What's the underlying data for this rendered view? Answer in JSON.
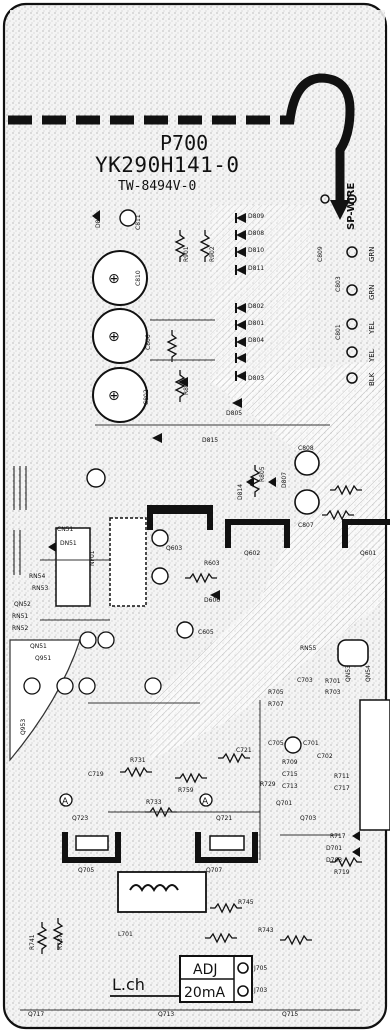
{
  "board": {
    "title": "P700",
    "model": "YK290H141-0",
    "subtitle": "TW-8494V-0"
  },
  "callout": {
    "arrow_label": "SP-WIRE",
    "box_label": "ADJ",
    "box_value": "20mA",
    "channel": "L.ch"
  },
  "wires": [
    {
      "code": "GRN"
    },
    {
      "code": "GRN"
    },
    {
      "code": "YEL"
    },
    {
      "code": "YEL"
    },
    {
      "code": "BLK"
    }
  ],
  "labels": {
    "d812": "D812",
    "c811": "C811",
    "r901": "R901",
    "r902": "R902",
    "d809": "D809",
    "d808": "D808",
    "d810": "D810",
    "d811": "D811",
    "c809": "C809",
    "c810": "C810",
    "c806": "C806",
    "c803": "C803",
    "c801": "C801",
    "d802": "D802",
    "d801": "D801",
    "d804": "D804",
    "d803": "D803",
    "c802": "C802",
    "r801": "R801",
    "d805": "D805",
    "d815": "D815",
    "d814": "D814",
    "r805": "R805",
    "d807": "D807",
    "c808": "C808",
    "c807": "C807",
    "q603": "Q603",
    "q602": "Q602",
    "q601": "Q601",
    "cn51": "CN51",
    "dn51": "DN51",
    "nf01": "NF01",
    "rn54": "RN54",
    "rn53": "RN53",
    "qn52": "QN52",
    "rn51": "RN51",
    "rn52": "RN52",
    "qn51": "QN51",
    "r603": "R603",
    "d606": "D606",
    "c605": "C605",
    "q951": "Q951",
    "q953": "Q953",
    "rn55": "RN55",
    "qn53": "QN53",
    "qn54": "QN54",
    "c703": "C703",
    "r701": "R701",
    "r703": "R703",
    "r705": "R705",
    "r707": "R707",
    "c705": "C705",
    "c701": "C701",
    "c702": "C702",
    "c721": "C721",
    "r709": "R709",
    "r711": "R711",
    "c715": "C715",
    "c713": "C713",
    "r729": "R729",
    "c717": "C717",
    "r731": "R731",
    "c719": "C719",
    "r759": "R759",
    "q701": "Q701",
    "q703": "Q703",
    "r733": "R733",
    "r717": "R717",
    "d701": "D701",
    "d703": "D703",
    "q723": "Q723",
    "q721": "Q721",
    "q705": "Q705",
    "q707": "Q707",
    "r719": "R719",
    "r741": "R741",
    "r737": "R737",
    "l701": "L701",
    "r745": "R745",
    "r743": "R743",
    "j705": "J705",
    "j703": "J703",
    "q717": "Q717",
    "q713": "Q713",
    "q715": "Q715"
  }
}
